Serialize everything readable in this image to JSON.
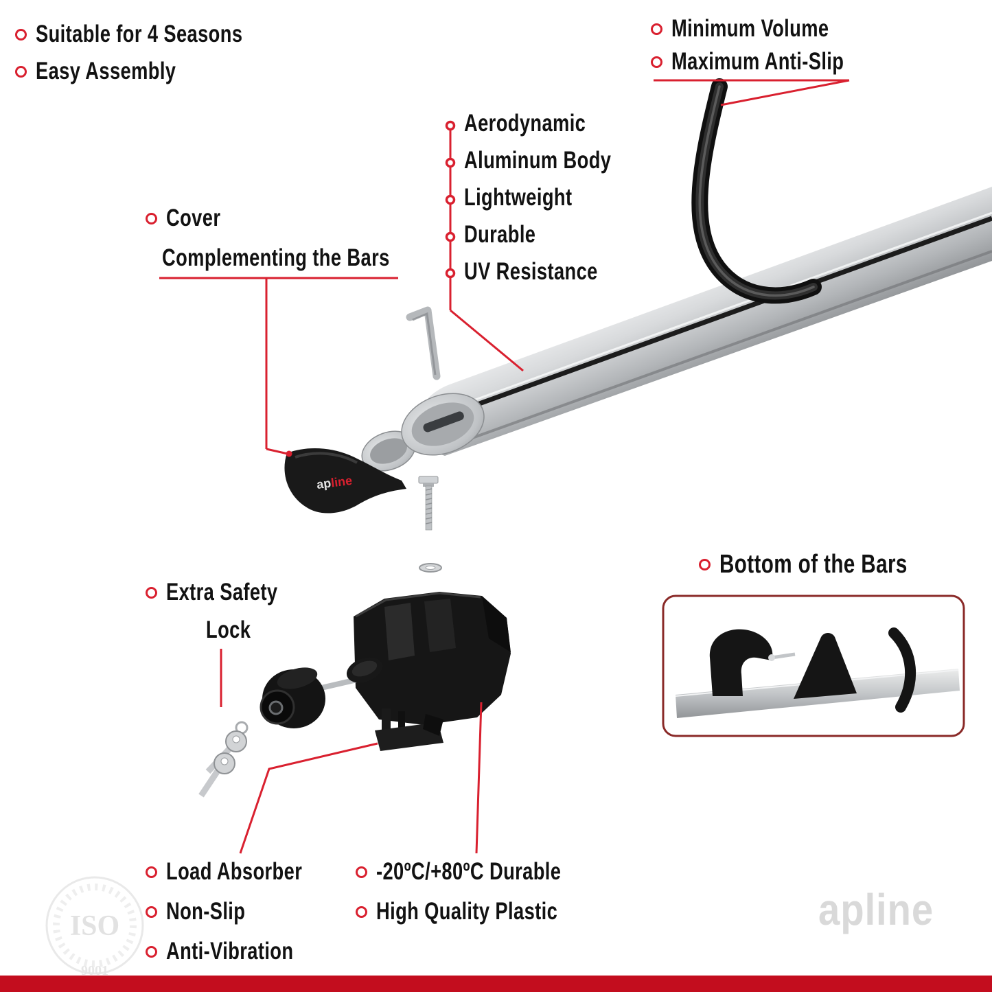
{
  "colors": {
    "accent": "#d9202f",
    "footer_bar": "#c30d1e",
    "box_border": "#8a2a28",
    "bar_metal": "#b7babd"
  },
  "labels": {
    "top_left": [
      "Suitable for 4 Seasons",
      "Easy Assembly"
    ],
    "top_right": [
      "Minimum Volume",
      "Maximum Anti-Slip"
    ],
    "features": [
      "Aerodynamic",
      "Aluminum Body",
      "Lightweight",
      "Durable",
      "UV Resistance"
    ],
    "cover": {
      "line1": "Cover",
      "line2": "Complementing the Bars"
    },
    "safety": {
      "line1": "Extra Safety",
      "line2": "Lock"
    },
    "bottom_box": "Bottom of the Bars",
    "bottom_left": [
      "Load Absorber",
      "Non-Slip",
      "Anti-Vibration"
    ],
    "bottom_mid": [
      "-20ºC/+80ºC Durable",
      "High Quality Plastic"
    ]
  },
  "brand": {
    "cover_logo_ap": "ap",
    "cover_logo_line": "line",
    "watermark": "apline"
  },
  "stamp": {
    "title": "ISO",
    "subtitle": "9001"
  }
}
